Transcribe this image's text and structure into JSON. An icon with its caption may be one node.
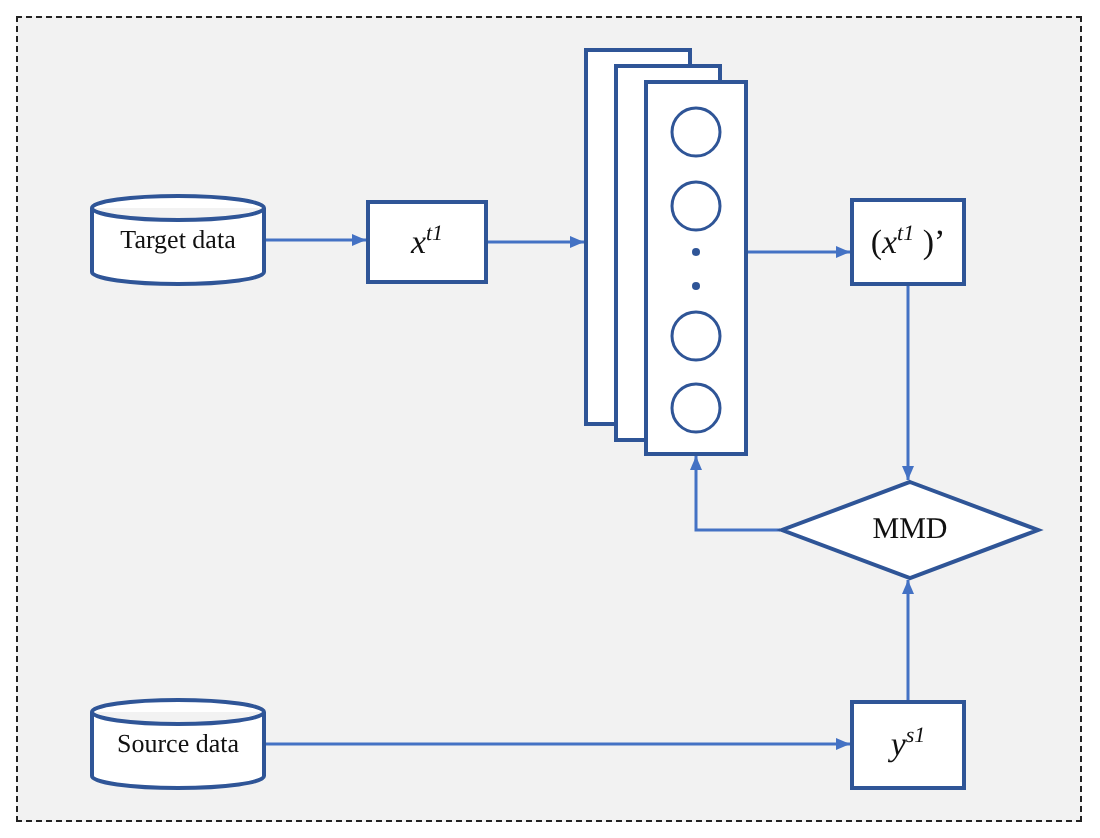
{
  "diagram": {
    "nodes": [
      {
        "text": [
          "Target data"
        ]
      },
      {
        "text": [
          "*x*$^{t1}$"
        ]
      },
      {
        "text": [],
        "shape": "box"
      },
      {
        "text": [
          "(*x*$^{t1}$ )’"
        ]
      },
      {
        "text": [
          "MMD"
        ]
      },
      {
        "text": [
          "Source data"
        ]
      },
      {
        "text": [
          "*y*$^{s1}$"
        ]
      }
    ],
    "edges": [
      {
        "from": 0,
        "to": 1,
        "arrow": "to"
      },
      {
        "from": 1,
        "to": 2,
        "arrow": "to"
      },
      {
        "from": 2,
        "to": 3,
        "arrow": "to"
      },
      {
        "from": 3,
        "to": 4,
        "arrow": "to"
      },
      {
        "from": 4,
        "to": 2,
        "arrow": "to"
      },
      {
        "from": 5,
        "to": 6,
        "arrow": "to"
      },
      {
        "from": 6,
        "to": 4,
        "arrow": "to"
      }
    ]
  }
}
